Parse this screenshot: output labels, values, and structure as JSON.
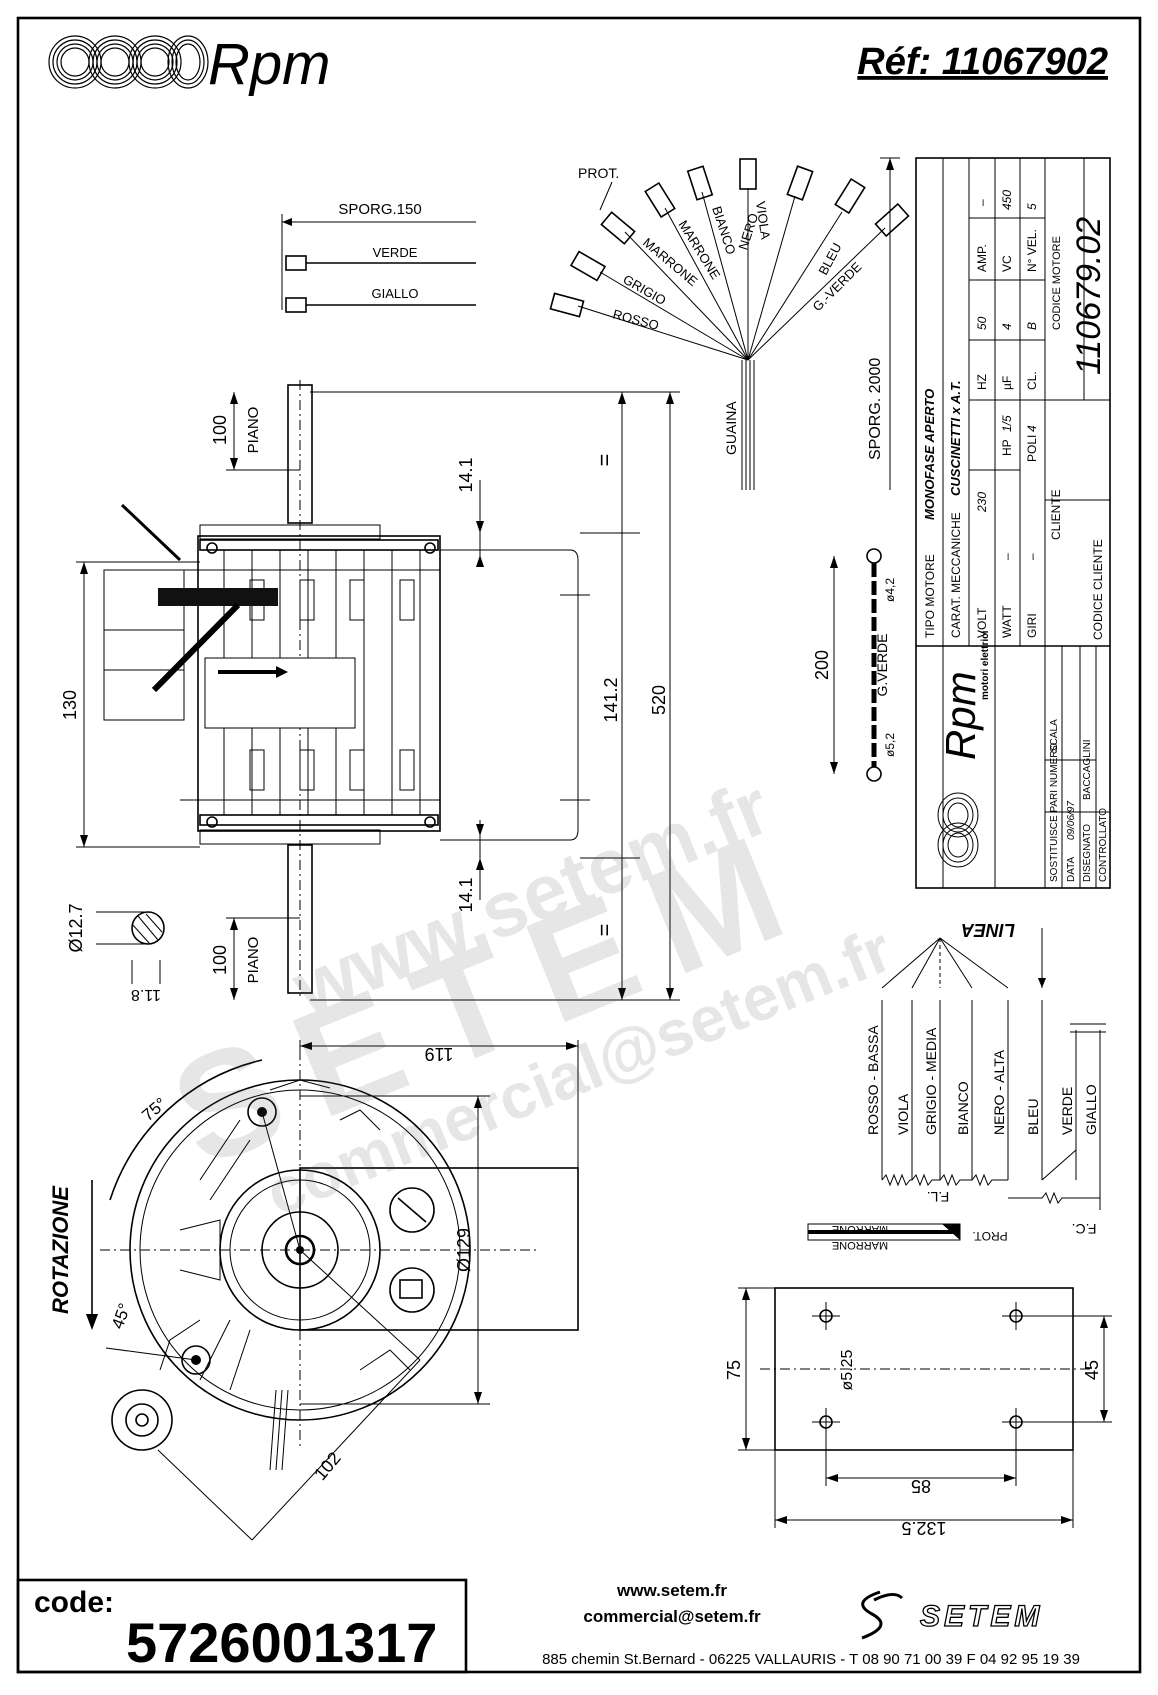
{
  "header": {
    "brand": "Rpm",
    "reference": "Réf: 11067902"
  },
  "wires_top": {
    "sporg_label": "SPORG.150",
    "wire1": "VERDE",
    "wire2": "GIALLO"
  },
  "harness": {
    "prot": "PROT.",
    "labels": [
      "ROSSO",
      "GRIGIO",
      "MARRONE",
      "MARRONE",
      "BIANCO",
      "VIOLA",
      "NERO",
      "BLEU",
      "G.-VERDE"
    ],
    "guaina": "GUAINA",
    "sporg": "SPORG. 2000"
  },
  "side_view": {
    "piano_top_dim": "100",
    "piano_top": "PIANO",
    "piano_bottom_dim": "100",
    "piano_bottom": "PIANO",
    "equal_top": "=",
    "equal_bottom": "=",
    "dim_14_1_top": "14.1",
    "dim_14_1_bottom": "14.1",
    "dim_130": "130",
    "dim_141_2": "141.2",
    "dim_520": "520",
    "shaft_dia": "Ø12.7",
    "shaft_flat": "11.8"
  },
  "ground_wire": {
    "label": "G.VERDE",
    "dim_200": "200",
    "dia_top": "ø4,2",
    "dia_bottom": "ø5,2"
  },
  "title_block": {
    "tipo_motore": "TIPO MOTORE",
    "tipo_value": "MONOFASE APERTO",
    "carat": "CARAT. MECCANICHE",
    "carat_value": "CUSCINETTI x A.T.",
    "volt": "VOLT",
    "volt_value": "230",
    "hz": "HZ",
    "hz_value": "50",
    "amp": "AMP.",
    "amp_value": "–",
    "watt": "WATT",
    "watt_value": "–",
    "hp": "HP",
    "hp_value": "1/5",
    "uf": "µF",
    "uf_value": "4",
    "vc": "VC",
    "vc_value": "450",
    "giri": "GIRI",
    "giri_value": "–",
    "poli": "POLI",
    "poli_value": "4",
    "cl": "CL.",
    "cl_value": "B",
    "nvel": "N° VEL.",
    "nvel_value": "5",
    "cliente": "CLIENTE",
    "codice_motore": "CODICE MOTORE",
    "codice_motore_value": "110679.02",
    "codice_cliente": "CODICE CLIENTE",
    "logo_text": "Rpm",
    "logo_sub": "motori elettrici",
    "sostituisce": "SOSTITUISCE PARI NUMERO",
    "scala": "SCALA",
    "data": "DATA",
    "data_value": "09/06/97",
    "disegnato": "DISEGNATO",
    "disegnato_value": "BACCAGLINI",
    "controllato": "CONTROLLATO"
  },
  "wiring": {
    "linea": "LINEA",
    "labels": [
      "ROSSO - BASSA",
      "VIOLA",
      "GRIGIO - MEDIA",
      "BIANCO",
      "NERO - ALTA",
      "BLEU",
      "VERDE",
      "GIALLO"
    ],
    "fl": "F.L.",
    "fc": "F.C.",
    "prot": "PROT.",
    "marrone1": "MARRONE",
    "marrone2": "MARRONE"
  },
  "front_view": {
    "rotazione": "ROTAZIONE",
    "deg_75": "75°",
    "deg_45": "45°",
    "dim_119": "119",
    "dim_129": "Ø129",
    "dim_102": "102"
  },
  "bracket": {
    "dim_75": "75",
    "dim_45": "45",
    "dim_85": "85",
    "dim_132_5": "132.5",
    "hole": "ø5.25"
  },
  "watermark": {
    "line1": "www.setem.fr",
    "line2": "SETEM",
    "line3": "commercial@setem.fr"
  },
  "footer": {
    "code_label": "code:",
    "code_value": "5726001317",
    "web": "www.setem.fr",
    "email": "commercial@setem.fr",
    "company": "SETEM",
    "address": "885 chemin St.Bernard  -  06225 VALLAURIS  -  T 08 90 71 00 39   F 04 92 95 19 39"
  }
}
